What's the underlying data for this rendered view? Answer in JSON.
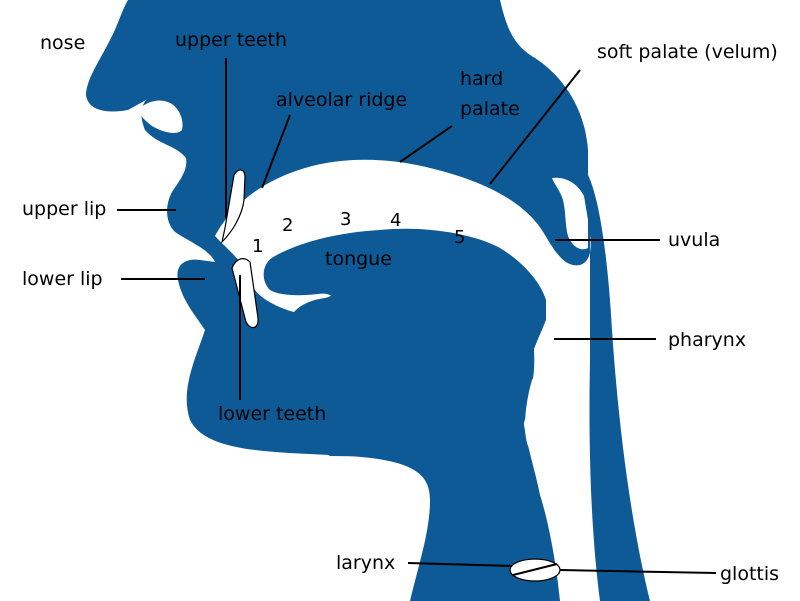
{
  "colors": {
    "tract": "#0d5a96",
    "cavity": "#ffffff",
    "text": "#000000"
  },
  "labels": {
    "nose": "nose",
    "upper_teeth": "upper teeth",
    "alveolar_ridge": "alveolar ridge",
    "hard_palate_line1": "hard",
    "hard_palate_line2": "palate",
    "soft_palate": "soft palate (velum)",
    "upper_lip": "upper lip",
    "uvula": "uvula",
    "lower_lip": "lower lip",
    "tongue": "tongue",
    "pharynx": "pharynx",
    "lower_teeth": "lower teeth",
    "larynx": "larynx",
    "glottis": "glottis"
  },
  "tongue_points": [
    "1",
    "2",
    "3",
    "4",
    "5"
  ]
}
